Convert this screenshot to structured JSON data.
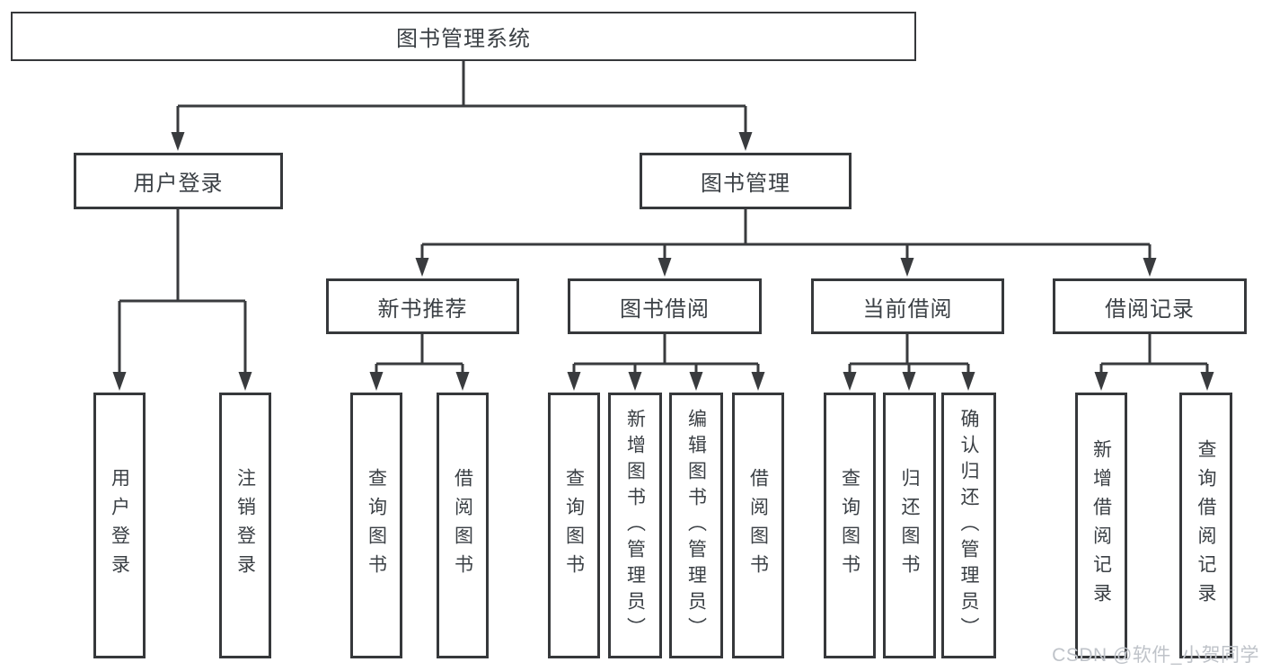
{
  "diagram": {
    "type": "tree",
    "nodes": {
      "root": {
        "label": "图书管理系统"
      },
      "user_login": {
        "label": "用户登录"
      },
      "book_mgmt": {
        "label": "图书管理"
      },
      "new_book_rec": {
        "label": "新书推荐"
      },
      "book_borrow": {
        "label": "图书借阅"
      },
      "current_borrow": {
        "label": "当前借阅"
      },
      "borrow_records": {
        "label": "借阅记录"
      },
      "leaf_user_login": {
        "label": "用户登录"
      },
      "leaf_logout": {
        "label": "注销登录"
      },
      "leaf_query_books_rec": {
        "label": "查询图书"
      },
      "leaf_borrow_books_rec": {
        "label": "借阅图书"
      },
      "leaf_query_books_borrow": {
        "label": "查询图书"
      },
      "leaf_add_books": {
        "label": "新增图书（管理员）"
      },
      "leaf_edit_books": {
        "label": "编辑图书（管理员）"
      },
      "leaf_borrow_books": {
        "label": "借阅图书"
      },
      "leaf_query_books_current": {
        "label": "查询图书"
      },
      "leaf_return_books": {
        "label": "归还图书"
      },
      "leaf_confirm_return": {
        "label": "确认归还（管理员）"
      },
      "leaf_add_record": {
        "label": "新增借阅记录"
      },
      "leaf_query_record": {
        "label": "查询借阅记录"
      }
    },
    "edges": [
      {
        "from": "root",
        "to": "user_login"
      },
      {
        "from": "root",
        "to": "book_mgmt"
      },
      {
        "from": "user_login",
        "to": "leaf_user_login"
      },
      {
        "from": "user_login",
        "to": "leaf_logout"
      },
      {
        "from": "book_mgmt",
        "to": "new_book_rec"
      },
      {
        "from": "book_mgmt",
        "to": "book_borrow"
      },
      {
        "from": "book_mgmt",
        "to": "current_borrow"
      },
      {
        "from": "book_mgmt",
        "to": "borrow_records"
      },
      {
        "from": "new_book_rec",
        "to": "leaf_query_books_rec"
      },
      {
        "from": "new_book_rec",
        "to": "leaf_borrow_books_rec"
      },
      {
        "from": "book_borrow",
        "to": "leaf_query_books_borrow"
      },
      {
        "from": "book_borrow",
        "to": "leaf_add_books"
      },
      {
        "from": "book_borrow",
        "to": "leaf_edit_books"
      },
      {
        "from": "book_borrow",
        "to": "leaf_borrow_books"
      },
      {
        "from": "current_borrow",
        "to": "leaf_query_books_current"
      },
      {
        "from": "current_borrow",
        "to": "leaf_return_books"
      },
      {
        "from": "current_borrow",
        "to": "leaf_confirm_return"
      },
      {
        "from": "borrow_records",
        "to": "leaf_add_record"
      },
      {
        "from": "borrow_records",
        "to": "leaf_query_record"
      }
    ]
  },
  "colors": {
    "line": "#393b3e",
    "box_border": "#36383b",
    "text": "#3b4045",
    "watermark": "#bfc3c9",
    "background": "#ffffff"
  },
  "watermark": {
    "text": "CSDN @软件_小贺同学"
  }
}
